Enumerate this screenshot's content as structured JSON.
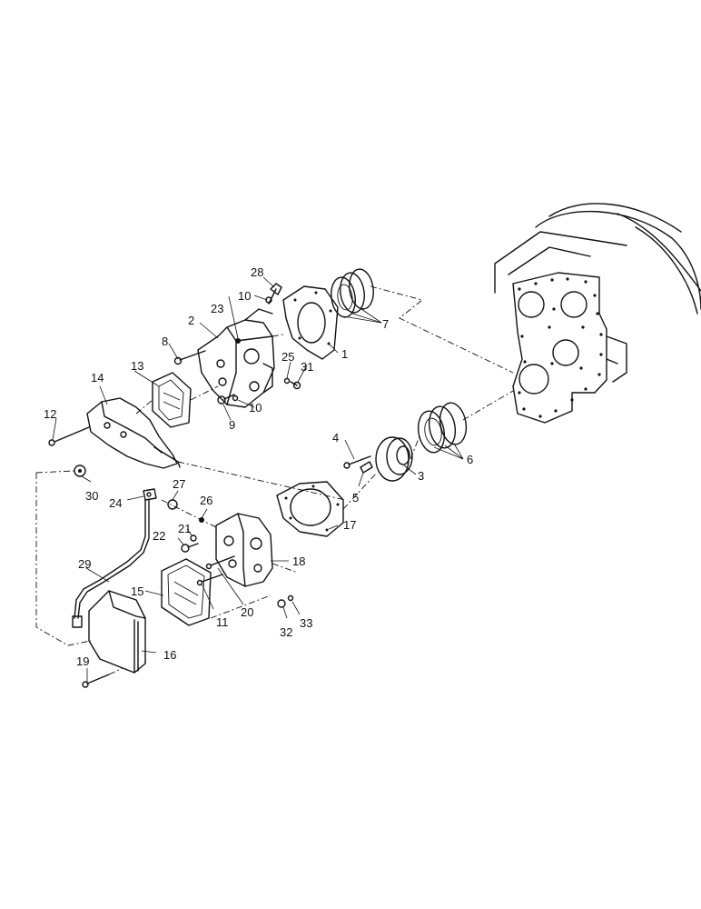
{
  "callouts": {
    "c1": "1",
    "c2": "2",
    "c3": "3",
    "c4": "4",
    "c5": "5",
    "c6": "6",
    "c7": "7",
    "c8": "8",
    "c9": "9",
    "c10a": "10",
    "c10b": "10",
    "c11": "11",
    "c12": "12",
    "c13": "13",
    "c14": "14",
    "c15": "15",
    "c16": "16",
    "c17": "17",
    "c18": "18",
    "c19": "19",
    "c20": "20",
    "c21": "21",
    "c22": "22",
    "c23": "23",
    "c24": "24",
    "c25": "25",
    "c26": "26",
    "c27": "27",
    "c28": "28",
    "c29": "29",
    "c30": "30",
    "c31": "31",
    "c32": "32",
    "c33": "33"
  },
  "colors": {
    "ink": "#111111",
    "paper": "#ffffff"
  }
}
